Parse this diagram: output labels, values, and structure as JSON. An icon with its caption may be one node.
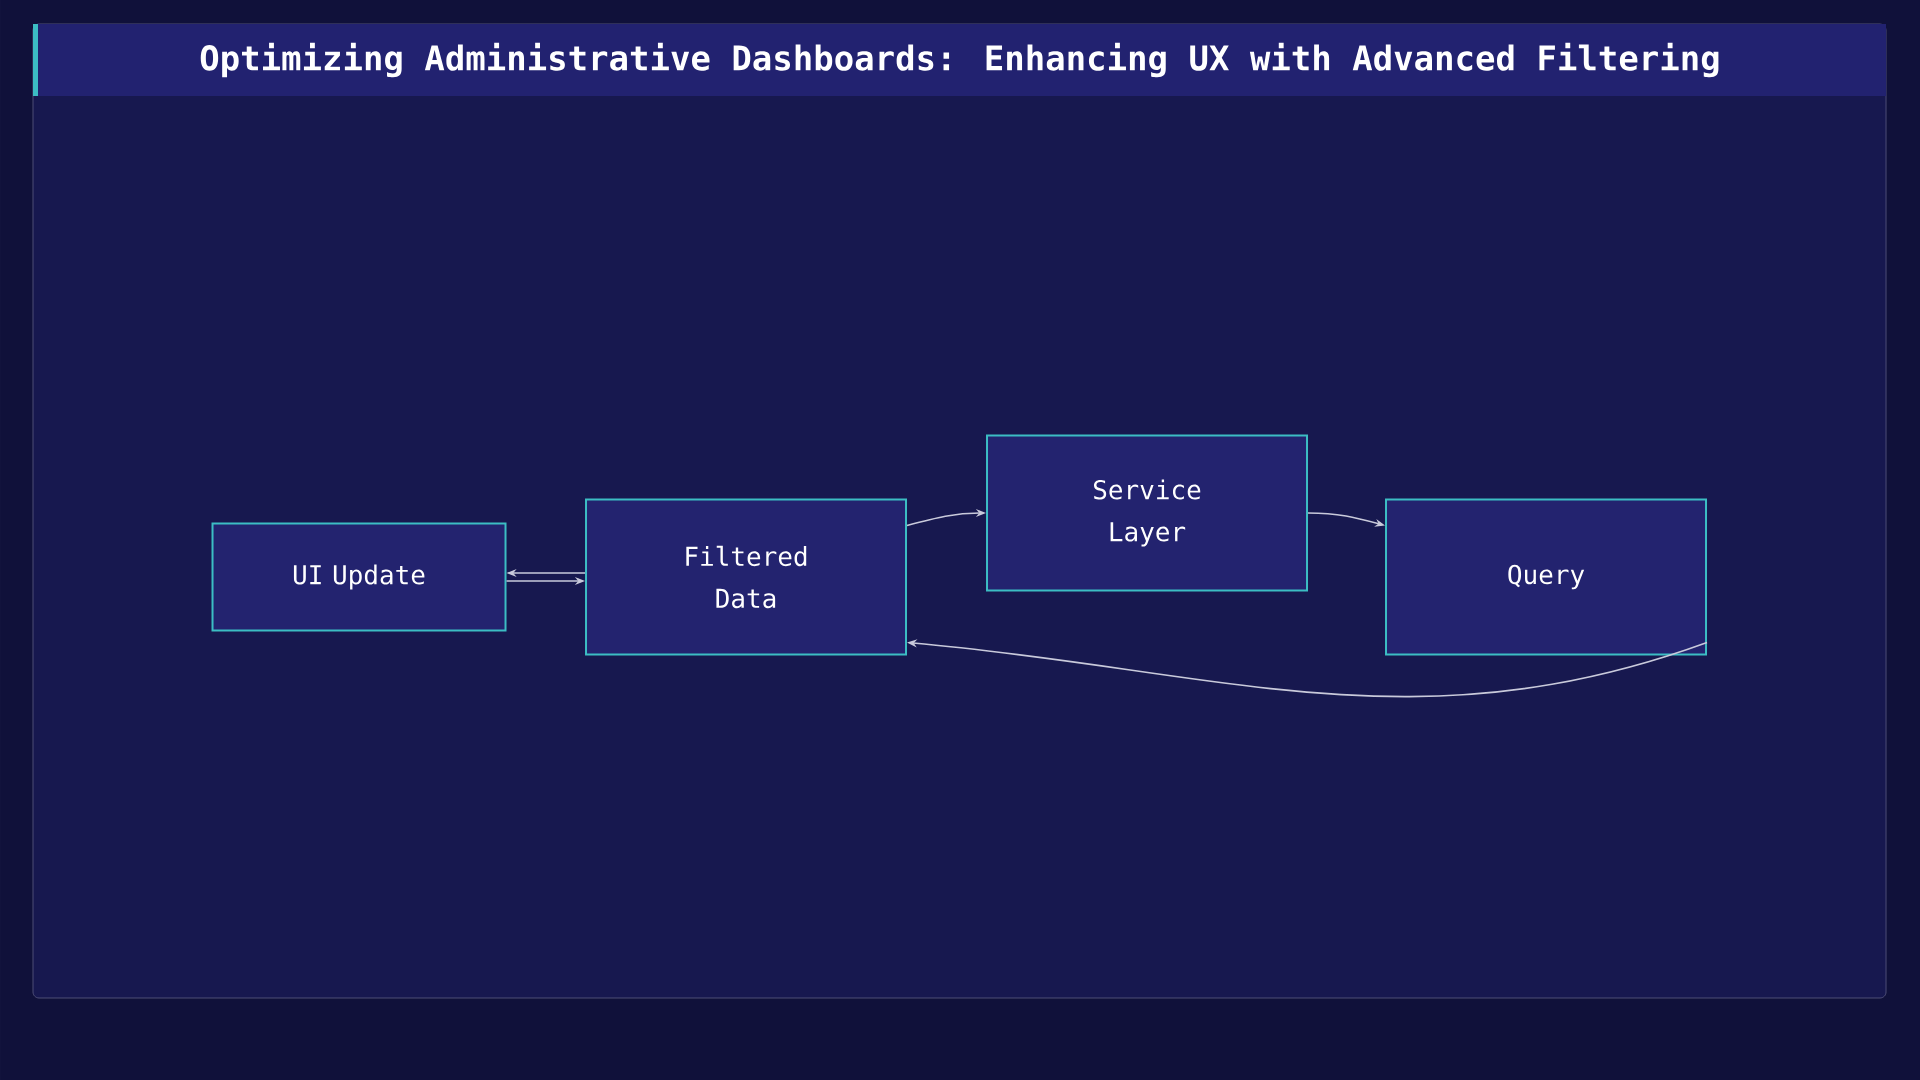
{
  "diagram": {
    "title": "Optimizing Administrative Dashboards: Enhancing UX with Advanced Filtering",
    "nodes": [
      {
        "text": [
          "UI Update"
        ]
      },
      {
        "text": [
          "Filtered Data"
        ]
      },
      {
        "text": [
          "Service Layer"
        ]
      },
      {
        "text": [
          "Query"
        ]
      }
    ],
    "edges": [
      {
        "from": 0,
        "to": 1,
        "arrow": "to"
      },
      {
        "from": 1,
        "to": 0,
        "arrow": "to"
      },
      {
        "from": 1,
        "to": 2,
        "arrow": "to"
      },
      {
        "from": 2,
        "to": 3,
        "arrow": "to"
      },
      {
        "from": 3,
        "to": 1,
        "arrow": "to"
      }
    ]
  }
}
